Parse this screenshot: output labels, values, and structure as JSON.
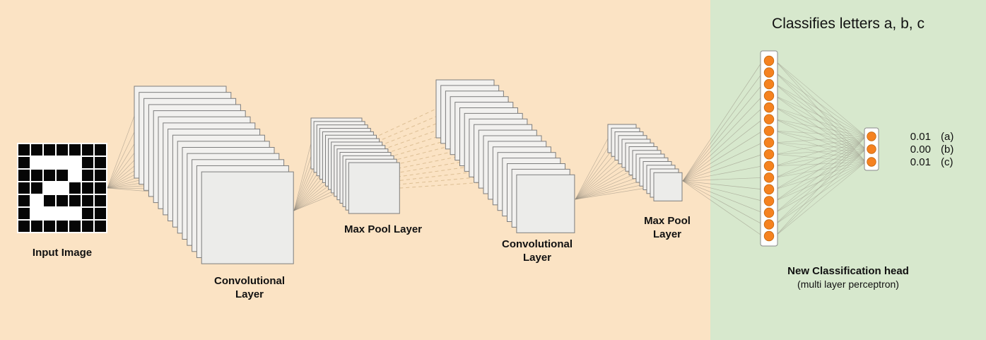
{
  "head": {
    "title": "Classifies letters a, b, c",
    "hidden_neurons": 16,
    "output_neurons": 3,
    "label_bold": "New Classification head",
    "label_sub": "(multi layer perceptron)",
    "outputs": [
      {
        "value": "0.01",
        "letter": "(a)"
      },
      {
        "value": "0.00",
        "letter": "(b)"
      },
      {
        "value": "0.01",
        "letter": "(c)"
      }
    ]
  },
  "input_image": {
    "label": "Input Image",
    "grid": [
      "0000000",
      "0111100",
      "0000100",
      "0011000",
      "0100000",
      "0111100",
      "0000000"
    ]
  },
  "layers": {
    "conv1": {
      "label_line1": "Convolutional",
      "label_line2": "Layer",
      "plates": 15
    },
    "pool1": {
      "label_line1": "Max Pool Layer",
      "label_line2": "",
      "plates": 14
    },
    "conv2": {
      "label_line1": "Convolutional",
      "label_line2": "Layer",
      "plates": 18
    },
    "pool2": {
      "label_line1": "Max Pool",
      "label_line2": "Layer",
      "plates": 14
    }
  },
  "colors": {
    "backbone_bg": "#fbe3c4",
    "head_bg": "#d7e8cd",
    "plate": "#f2f1ef",
    "plate_front": "#ececea",
    "plate_border": "#7d7d7d",
    "box_border": "#8a8a8a",
    "neuron": "#f58220",
    "neuron_border": "#c4660e",
    "line": "#8f887c",
    "dash": "#d9ba8e",
    "pixel_black": "#060606",
    "pixel_white": "#ffffff"
  }
}
